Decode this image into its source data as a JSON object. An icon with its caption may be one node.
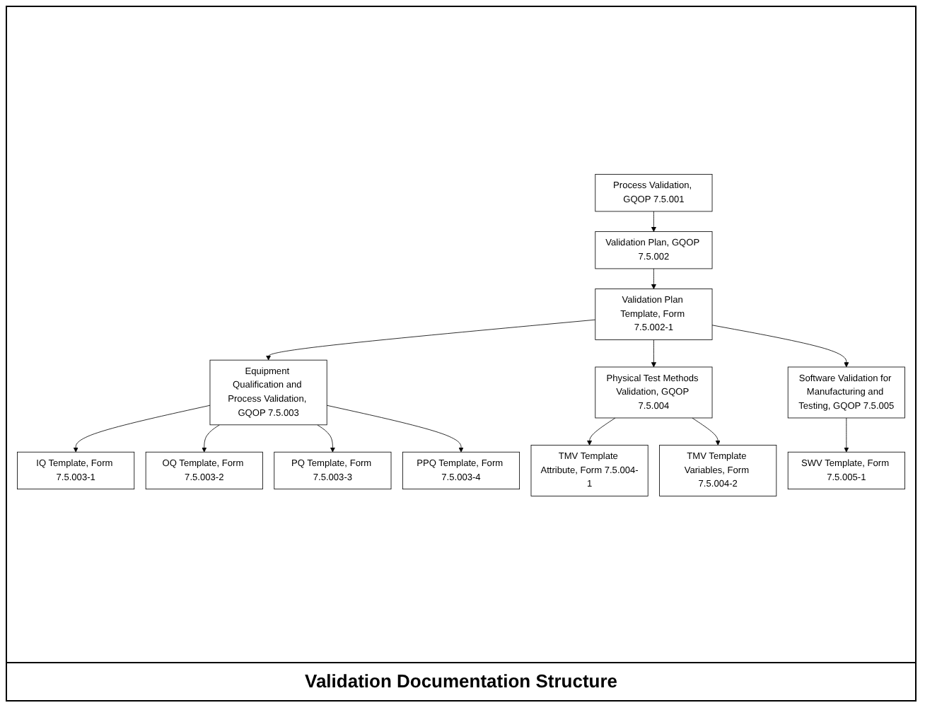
{
  "diagram": {
    "caption": "Validation Documentation Structure",
    "nodes": [
      {
        "text": [
          "Process Validation, GQOP 7.5.001"
        ]
      },
      {
        "text": [
          "Validation Plan, GQOP 7.5.002"
        ]
      },
      {
        "text": [
          "Validation Plan Template, Form 7.5.002-1"
        ]
      },
      {
        "text": [
          "Equipment Qualification and Process Validation, GQOP 7.5.003"
        ]
      },
      {
        "text": [
          "Physical Test Methods Validation, GQOP 7.5.004"
        ]
      },
      {
        "text": [
          "Software Validation for Manufacturing and Testing, GQOP 7.5.005"
        ]
      },
      {
        "text": [
          "IQ Template, Form 7.5.003-1"
        ]
      },
      {
        "text": [
          "OQ Template, Form 7.5.003-2"
        ]
      },
      {
        "text": [
          "TMV Template Attribute, Form 7.5.004-1"
        ]
      },
      {
        "text": [
          "SWV Template, Form 7.5.005-1"
        ]
      },
      {
        "text": [
          "PQ Template, Form 7.5.003-3"
        ]
      },
      {
        "text": [
          "PPQ Template, Form 7.5.003-4"
        ]
      },
      {
        "text": [
          "TMV Template Variables, Form 7.5.004-2"
        ]
      }
    ],
    "edges": [
      {
        "from": 0,
        "to": 1,
        "arrow": "to"
      },
      {
        "from": 1,
        "to": 2,
        "arrow": "to"
      },
      {
        "from": 2,
        "to": 3,
        "arrow": "to"
      },
      {
        "from": 2,
        "to": 4,
        "arrow": "to"
      },
      {
        "from": 2,
        "to": 5,
        "arrow": "to"
      },
      {
        "from": 3,
        "to": 6,
        "arrow": "to"
      },
      {
        "from": 3,
        "to": 7,
        "arrow": "to"
      },
      {
        "from": 3,
        "to": 10,
        "arrow": "to"
      },
      {
        "from": 3,
        "to": 11,
        "arrow": "to"
      },
      {
        "from": 4,
        "to": 8,
        "arrow": "to"
      },
      {
        "from": 4,
        "to": 12,
        "arrow": "to"
      },
      {
        "from": 5,
        "to": 9,
        "arrow": "to"
      }
    ]
  }
}
